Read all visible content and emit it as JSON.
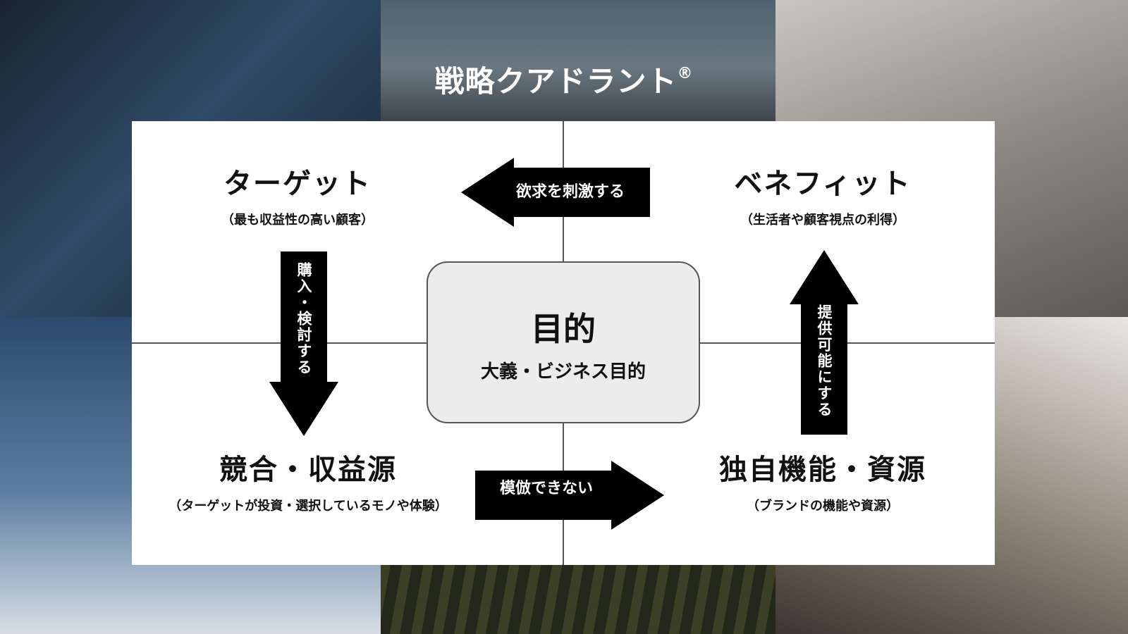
{
  "title": "戦略クアドラント",
  "title_mark": "®",
  "center": {
    "main": "目的",
    "sub": "大義・ビジネス目的"
  },
  "quadrants": {
    "top_left": {
      "heading": "ターゲット",
      "sub": "（最も収益性の高い顧客）"
    },
    "top_right": {
      "heading": "ベネフィット",
      "sub": "（生活者や顧客視点の利得）"
    },
    "bottom_left": {
      "heading": "競合・収益源",
      "sub": "（ターゲットが投資・選択しているモノや体験）"
    },
    "bottom_right": {
      "heading": "独自機能・資源",
      "sub": "（ブランドの機能や資源）"
    }
  },
  "arrows": {
    "top": "欲求を刺激する",
    "left": "購入・検討する",
    "bottom": "模倣できない",
    "right": "提供可能にする"
  },
  "colors": {
    "panel": "#ffffff",
    "arrow": "#000000",
    "center_box": "#ececec",
    "title": "#ffffff"
  }
}
